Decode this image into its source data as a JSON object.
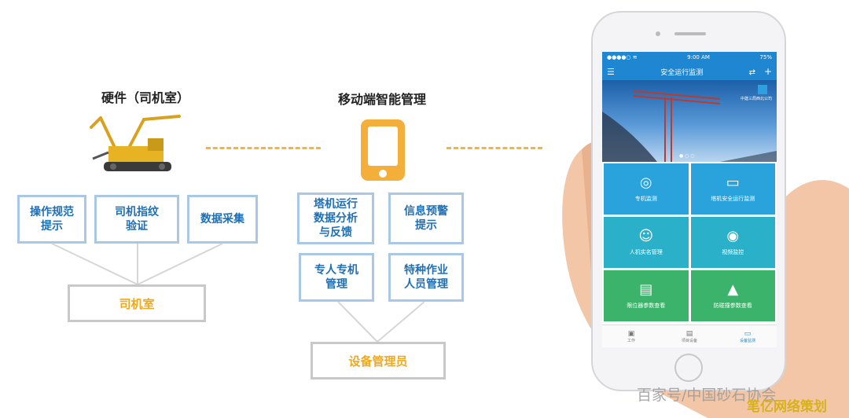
{
  "left": {
    "title": "硬件（司机室）",
    "boxes": [
      "操作规范\n提示",
      "司机指纹\n验证",
      "数据采集"
    ],
    "bottom": "司机室"
  },
  "middle": {
    "title": "移动端智能管理",
    "boxes": [
      "塔机运行\n数据分析\n与反馈",
      "信息预警\n提示",
      "专人专机\n管理",
      "特种作业\n人员管理"
    ],
    "bottom": "设备管理员"
  },
  "phone": {
    "status_time": "9:00 AM",
    "status_battery": "75%",
    "nav_title": "安全运行监测",
    "banner_company": "中建三局西北公司",
    "tiles": [
      {
        "label": "专机监测",
        "icon": "target-icon",
        "glyph": "◎",
        "color": "#2aa3dc"
      },
      {
        "label": "塔机安全运行监测",
        "icon": "monitor-icon",
        "glyph": "▭",
        "color": "#2aa3dc"
      },
      {
        "label": "人机实名管理",
        "icon": "user-gear-icon",
        "glyph": "☺",
        "color": "#2bb0c9"
      },
      {
        "label": "视频监控",
        "icon": "camera-icon",
        "glyph": "◉",
        "color": "#2bb0c9"
      },
      {
        "label": "限位器参数查看",
        "icon": "document-search-icon",
        "glyph": "▤",
        "color": "#3bb36a"
      },
      {
        "label": "防碰撞参数查看",
        "icon": "mountain-icon",
        "glyph": "▲",
        "color": "#3bb36a"
      }
    ],
    "tabs": [
      {
        "label": "工作",
        "icon": "briefcase-icon",
        "glyph": "▣"
      },
      {
        "label": "项目设备",
        "icon": "list-icon",
        "glyph": "▤"
      },
      {
        "label": "设备监测",
        "icon": "monitor-icon",
        "glyph": "▭"
      }
    ]
  },
  "watermark": {
    "source": "百家号/中国砂石协会",
    "logo": "笔亿网络策划"
  },
  "colors": {
    "accent_orange": "#f0a81c",
    "box_blue": "#1f6fb5",
    "box_border": "#a8c8e6",
    "app_blue": "#1f86d1"
  }
}
